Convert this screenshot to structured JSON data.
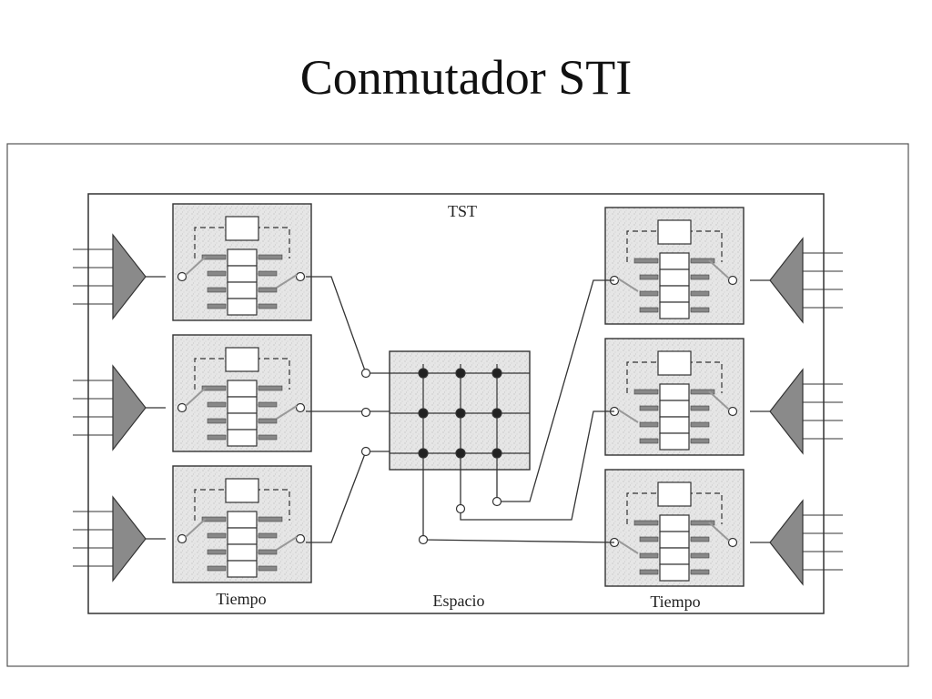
{
  "slide": {
    "title": "Conmutador STI"
  },
  "diagram": {
    "labels": {
      "tst": "TST",
      "time_left": "Tiempo",
      "space": "Espacio",
      "time_right": "Tiempo"
    },
    "time_stages": {
      "left_count": 3,
      "right_count": 3,
      "slots_per_memory": 4
    },
    "space_stage": {
      "rows": 3,
      "columns": 3
    },
    "colors": {
      "line": "#333333",
      "panel_fill": "#e4e4e4",
      "switch_fill": "#8a8a8a",
      "bar_fill": "#888888"
    }
  }
}
